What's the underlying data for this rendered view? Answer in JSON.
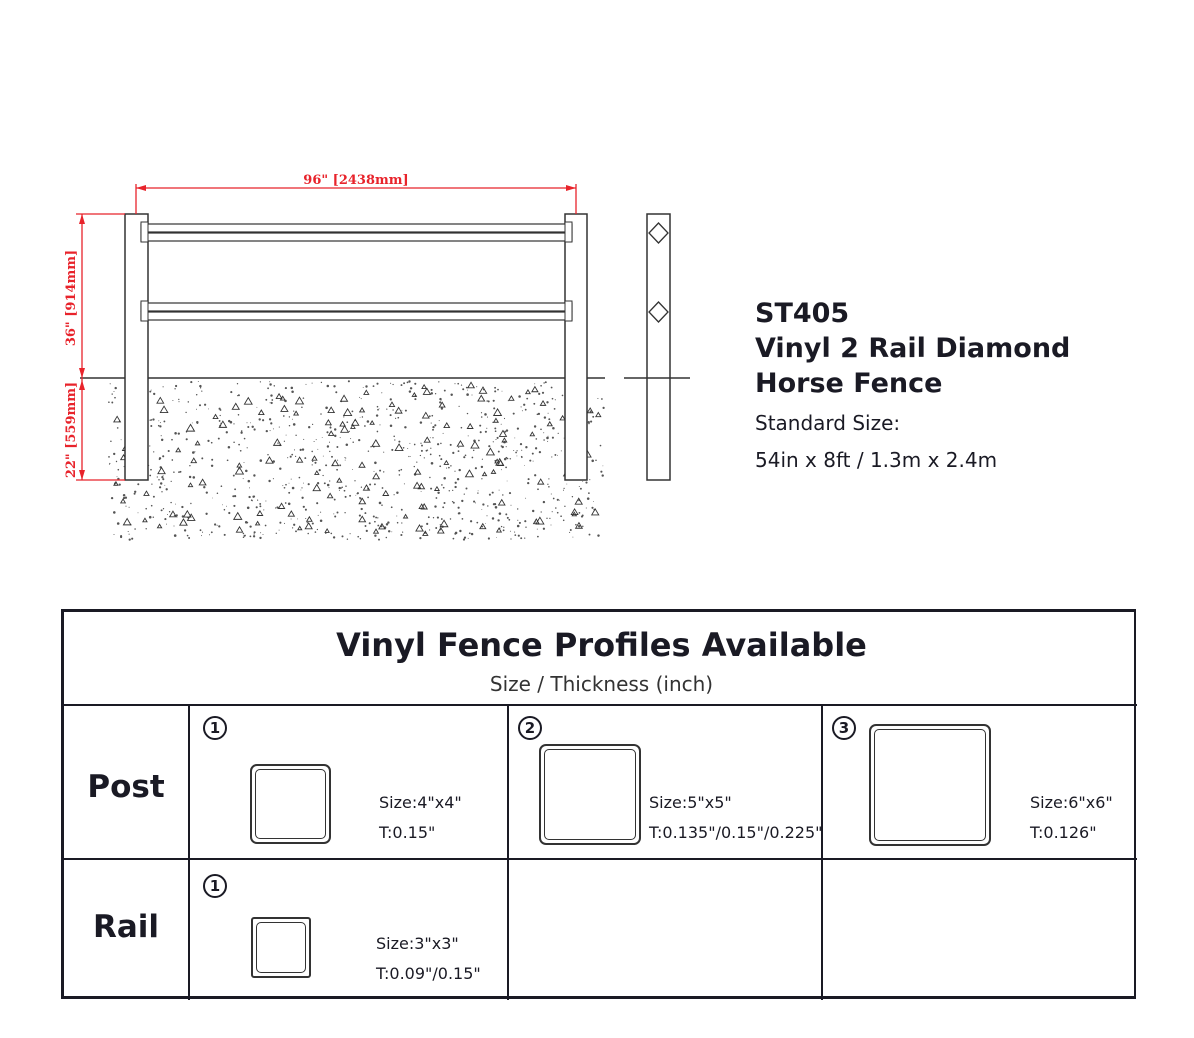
{
  "drawing": {
    "width_label": "96\" [2438mm]",
    "height_label": "36\" [914mm]",
    "depth_label": "22\" [559mm]"
  },
  "product": {
    "code": "ST405",
    "name_line1": "Vinyl 2 Rail Diamond",
    "name_line2": "Horse Fence",
    "standard_size_label": "Standard Size:",
    "standard_size_value": "54in x 8ft / 1.3m x 2.4m"
  },
  "profiles": {
    "title": "Vinyl Fence Profiles Available",
    "subtitle": "Size / Thickness (inch)",
    "rows": [
      {
        "label": "Post",
        "cells": [
          {
            "number": "1",
            "size": "Size:4\"x4\"",
            "thickness": "T:0.15\""
          },
          {
            "number": "2",
            "size": "Size:5\"x5\"",
            "thickness": "T:0.135\"/0.15\"/0.225\""
          },
          {
            "number": "3",
            "size": "Size:6\"x6\"",
            "thickness": "T:0.126\""
          }
        ]
      },
      {
        "label": "Rail",
        "cells": [
          {
            "number": "1",
            "size": "Size:3\"x3\"",
            "thickness": "T:0.09\"/0.15\""
          }
        ]
      }
    ]
  },
  "colors": {
    "dimension_red": "#e8232b",
    "line": "#333333",
    "text": "#1a1a24"
  }
}
